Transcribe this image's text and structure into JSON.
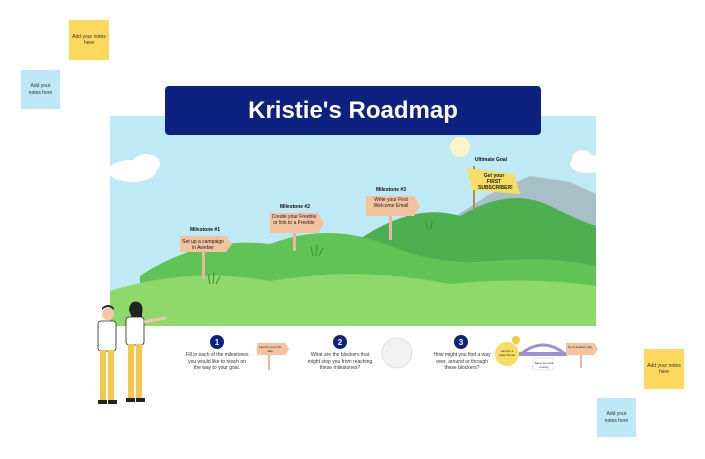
{
  "title": "Kristie's Roadmap",
  "sticky_notes": [
    {
      "text": "Add your notes here",
      "color": "#fdd85d"
    },
    {
      "text": "Add your notes here",
      "color": "#bfe8f7"
    },
    {
      "text": "Add your notes here",
      "color": "#fdd85d"
    },
    {
      "text": "Add your notes here",
      "color": "#bfe8f7"
    }
  ],
  "milestones": [
    {
      "label": "Milestone #1",
      "sign": "Set up a campaign in Aweber"
    },
    {
      "label": "Milestone #2",
      "sign": "Create your Freebie or link to a Freebie"
    },
    {
      "label": "Milestone #3",
      "sign": "Write your First Welcome Email"
    }
  ],
  "goal": {
    "label": "Ultimate Goal",
    "flag": "Get your FIRST SUBSCRIBER!"
  },
  "steps": [
    {
      "number": "1",
      "text": "Fill in each of the milestones you would like to reach on the way to your goal."
    },
    {
      "number": "2",
      "text": "What are the blockers that might stop you from reaching these milestones?"
    },
    {
      "number": "3",
      "text": "How might you find a way over, around or through these blockers?"
    }
  ],
  "examples": {
    "sign1": "Launch your first sale",
    "bomb": "Launch a sales funnel",
    "bridge_sign": "Save up more money",
    "sign2": "Go & another step"
  },
  "colors": {
    "banner": "#0d2180",
    "sky": "#bfe9f5",
    "hill_dark": "#4caf50",
    "hill_light": "#8fd86a"
  }
}
